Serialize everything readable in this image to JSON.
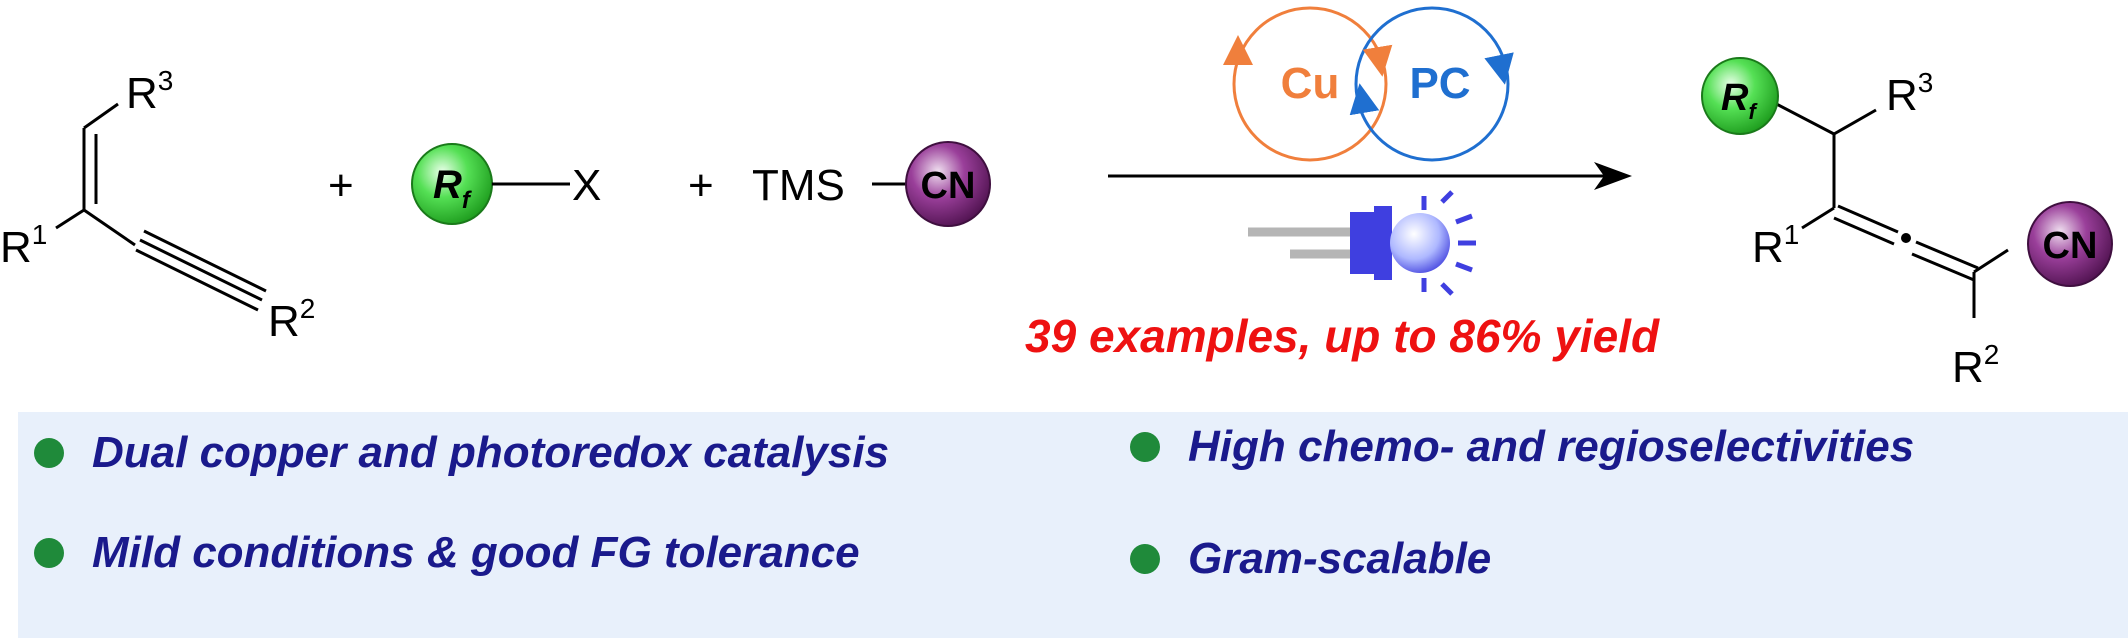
{
  "reaction": {
    "reactant1": {
      "r1": "R",
      "r1_sup": "1",
      "r2": "R",
      "r2_sup": "2",
      "r3": "R",
      "r3_sup": "3"
    },
    "plus": "+",
    "reagent_rf": {
      "label": "R",
      "label_sub": "f",
      "leaving_group": "X"
    },
    "reagent_cn": {
      "prefix": "TMS",
      "group": "CN"
    },
    "catalysts": {
      "cu": "Cu",
      "pc": "PC"
    },
    "yield_note": "39 examples, up to 86% yield",
    "product": {
      "rf": "R",
      "rf_sub": "f",
      "r1": "R",
      "r1_sup": "1",
      "r2": "R",
      "r2_sup": "2",
      "r3": "R",
      "r3_sup": "3",
      "cn": "CN"
    }
  },
  "features": [
    "Dual copper and photoredox catalysis",
    "High chemo- and regioselectivities",
    "Mild conditions & good FG tolerance",
    "Gram-scalable"
  ],
  "colors": {
    "text": "#000000",
    "cu": "#f07f3c",
    "pc": "#1f6fd0",
    "yield_text": "#ee1111",
    "feature_text": "#1a1a8c",
    "bullet": "#1f8a3a",
    "panel": "#e8f0fb",
    "rf_ball": "#3ed23e",
    "cn_ball": "#7a2a7a",
    "led": "#3f3fe0"
  }
}
